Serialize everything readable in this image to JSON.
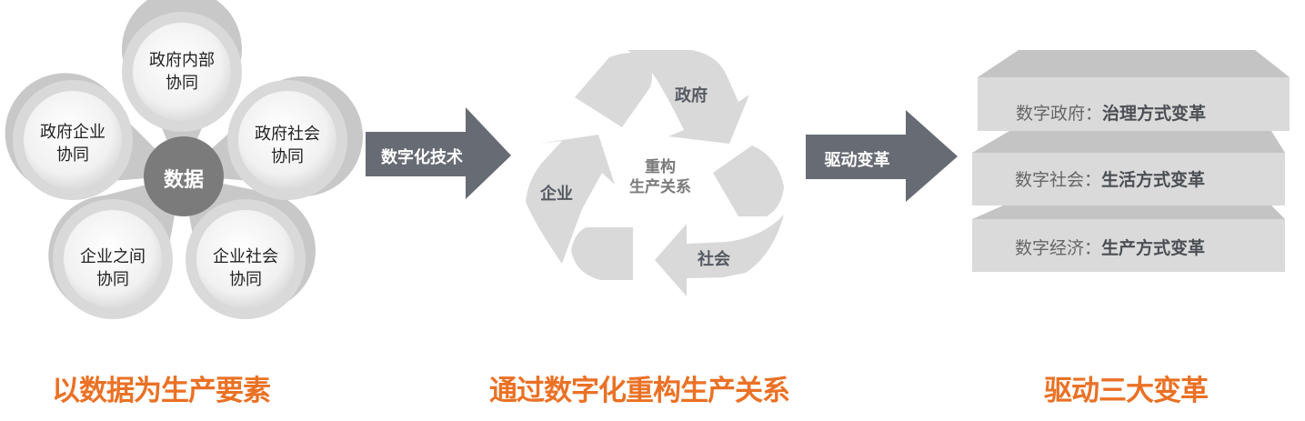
{
  "colors": {
    "accent_orange": "#ea7125",
    "arrow_dark": "#676c74",
    "core_circle": "#7b7b7b",
    "petal_outer": "#c9c9c9",
    "petal_inner": "#f3f3f3",
    "cycle_gray": "#d9d9d9",
    "slab_top": "#c4c4c4",
    "slab_front": "#dadada",
    "text_dark": "#4b4f55"
  },
  "section1": {
    "core": "数据",
    "petals": [
      {
        "line1": "政府内部",
        "line2": "协同"
      },
      {
        "line1": "政府社会",
        "line2": "协同"
      },
      {
        "line1": "企业社会",
        "line2": "协同"
      },
      {
        "line1": "企业之间",
        "line2": "协同"
      },
      {
        "line1": "政府企业",
        "line2": "协同"
      }
    ],
    "caption": "以数据为生产要素"
  },
  "arrow1": {
    "label": "数字化技术"
  },
  "section2": {
    "nodes": {
      "top": "政府",
      "left": "企业",
      "bottom": "社会"
    },
    "center": {
      "line1": "重构",
      "line2": "生产关系"
    },
    "caption": "通过数字化重构生产关系"
  },
  "arrow2": {
    "label": "驱动变革"
  },
  "section3": {
    "layers": [
      {
        "prefix": "数字政府：",
        "emphasis": "治理方式变革"
      },
      {
        "prefix": "数字社会：",
        "emphasis": "生活方式变革"
      },
      {
        "prefix": "数字经济：",
        "emphasis": "生产方式变革"
      }
    ],
    "caption": "驱动三大变革"
  }
}
